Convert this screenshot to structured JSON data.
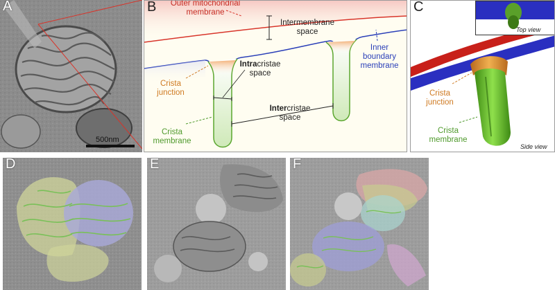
{
  "panels": {
    "a": {
      "letter": "A",
      "scale_bar": "500nm"
    },
    "b": {
      "letter": "B",
      "outer_membrane": "Outer mitochondrial membrane",
      "intermembrane_space": "Intermembrane space",
      "inner_boundary_membrane": "Inner boundary membrane",
      "intracristae_bold": "Intra",
      "intracristae_rest": "cristae",
      "intracristae_space": "space",
      "crista_junction": "Crista junction",
      "intercristae_bold": "Inter",
      "intercristae_rest": "cristae",
      "intercristae_space": "space",
      "crista_membrane": "Crista membrane"
    },
    "c": {
      "letter": "C",
      "top_view": "Top view",
      "side_view": "Side view",
      "crista_junction": "Crista junction",
      "crista_membrane": "Crista membrane"
    },
    "d": {
      "letter": "D"
    },
    "e": {
      "letter": "E"
    },
    "f": {
      "letter": "F"
    }
  },
  "colors": {
    "outer_membrane": "#d8342a",
    "inner_membrane": "#2a3fb8",
    "crista_junction": "#e8963a",
    "crista_membrane": "#6fbf3c"
  }
}
